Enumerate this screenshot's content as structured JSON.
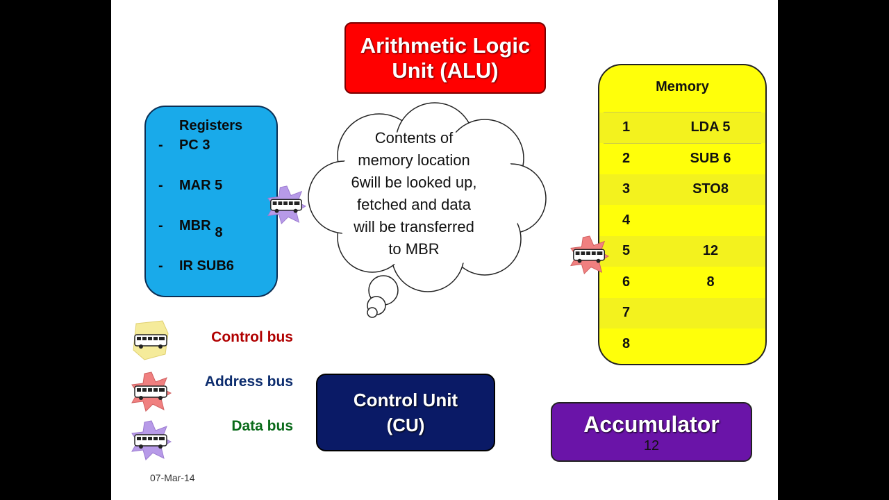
{
  "alu": {
    "line1": "Arithmetic Logic",
    "line2": "Unit (ALU)"
  },
  "registers": {
    "title": "Registers",
    "items": [
      {
        "dash": "-",
        "label": "PC  3"
      },
      {
        "dash": "-",
        "label": "MAR 5"
      },
      {
        "dash": "-",
        "label": "MBR",
        "value": "8"
      },
      {
        "dash": "-",
        "label": "IR SUB6"
      }
    ]
  },
  "cloud": {
    "lines": [
      "Contents of",
      "memory location",
      "6will be looked up,",
      "fetched and data",
      "will be transferred",
      "to MBR"
    ]
  },
  "memory": {
    "title": "Memory",
    "rows": [
      {
        "addr": "1",
        "content": "LDA 5"
      },
      {
        "addr": "2",
        "content": "SUB 6"
      },
      {
        "addr": "3",
        "content": "STO8"
      },
      {
        "addr": "4",
        "content": ""
      },
      {
        "addr": "5",
        "content": "12"
      },
      {
        "addr": "6",
        "content": "8"
      },
      {
        "addr": "7",
        "content": ""
      },
      {
        "addr": "8",
        "content": ""
      }
    ]
  },
  "legend": [
    {
      "label": "Control bus",
      "color": "#b00000",
      "star_color": "#f5eb9a",
      "bus_icon": "yellow-bus-icon"
    },
    {
      "label": "Address bus",
      "color": "#0d2d6e",
      "star_color": "#f08080",
      "bus_icon": "red-bus-icon"
    },
    {
      "label": "Data bus",
      "color": "#0a6a1a",
      "star_color": "#b79ae8",
      "bus_icon": "purple-bus-icon"
    }
  ],
  "control_unit": {
    "line1": "Control Unit",
    "line2": "(CU)"
  },
  "accumulator": {
    "title": "Accumulator",
    "value": "12"
  },
  "date": "07-Mar-14",
  "colors": {
    "alu": "#ff0000",
    "registers": "#19aaea",
    "memory": "#ffff0a",
    "control_unit": "#0a1a66",
    "accumulator": "#6a14a8"
  }
}
